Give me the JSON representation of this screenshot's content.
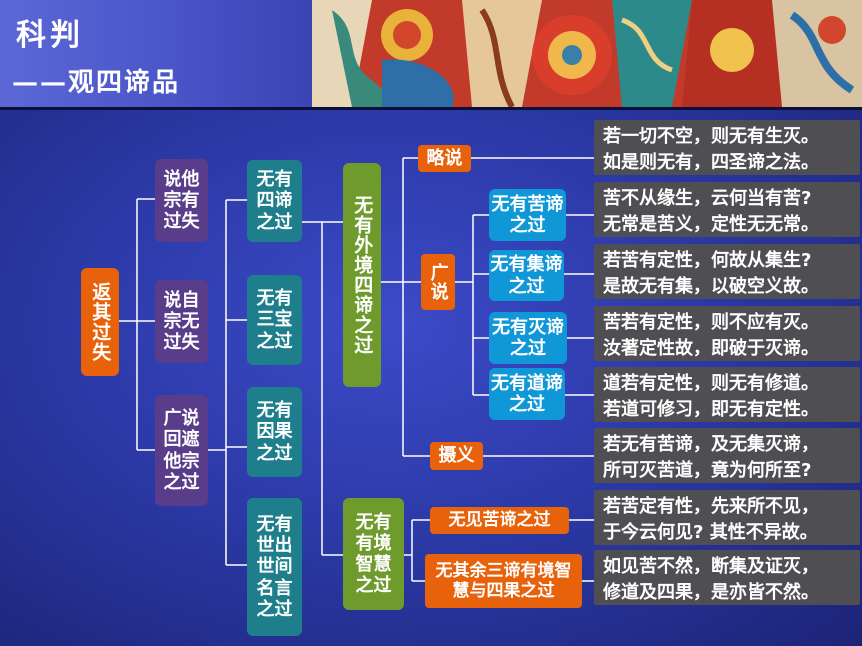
{
  "header": {
    "title": "科判",
    "subtitle": "——观四谛品"
  },
  "root": "返其过失",
  "level1": [
    "说他宗有过失",
    "说自宗无过失",
    "广说回遮他宗之过"
  ],
  "level2": [
    "无有四谛之过",
    "无有三宝之过",
    "无有因果之过",
    "无有世出世间名言之过"
  ],
  "level3": [
    "无有外境四谛之过",
    "无有有境智慧之过"
  ],
  "level4": {
    "brief": "略说",
    "broad": "广说",
    "summary": "摄义",
    "no_see": "无见苦谛之过",
    "no_other": "无其余三谛有境智慧与四果之过"
  },
  "level5": [
    "无有苦谛之过",
    "无有集谛之过",
    "无有灭谛之过",
    "无有道谛之过"
  ],
  "quotes": [
    [
      "若一切不空，则无有生灭。",
      "如是则无有，四圣谛之法。"
    ],
    [
      "苦不从缘生，云何当有苦?",
      "无常是苦义，定性无无常。"
    ],
    [
      "若苦有定性，何故从集生?",
      "是故无有集，以破空义故。"
    ],
    [
      "苦若有定性，则不应有灭。",
      "汝著定性故，即破于灭谛。"
    ],
    [
      "道若有定性，则无有修道。",
      "若道可修习，即无有定性。"
    ],
    [
      "若无有苦谛，及无集灭谛，",
      "所可灭苦道，竟为何所至?"
    ],
    [
      "若苦定有性，先来所不见，",
      "于今云何见? 其性不异故。"
    ],
    [
      "如见苦不然，断集及证灭，",
      "修道及四果，是亦皆不然。"
    ]
  ],
  "colors": {
    "orange": "#e8620c",
    "purple": "#5a3d8a",
    "teal": "#1e7e8c",
    "green": "#6f9a2c",
    "blue": "#1097d8",
    "quote_bg": "#4f4f53",
    "line": "#ffffff"
  }
}
